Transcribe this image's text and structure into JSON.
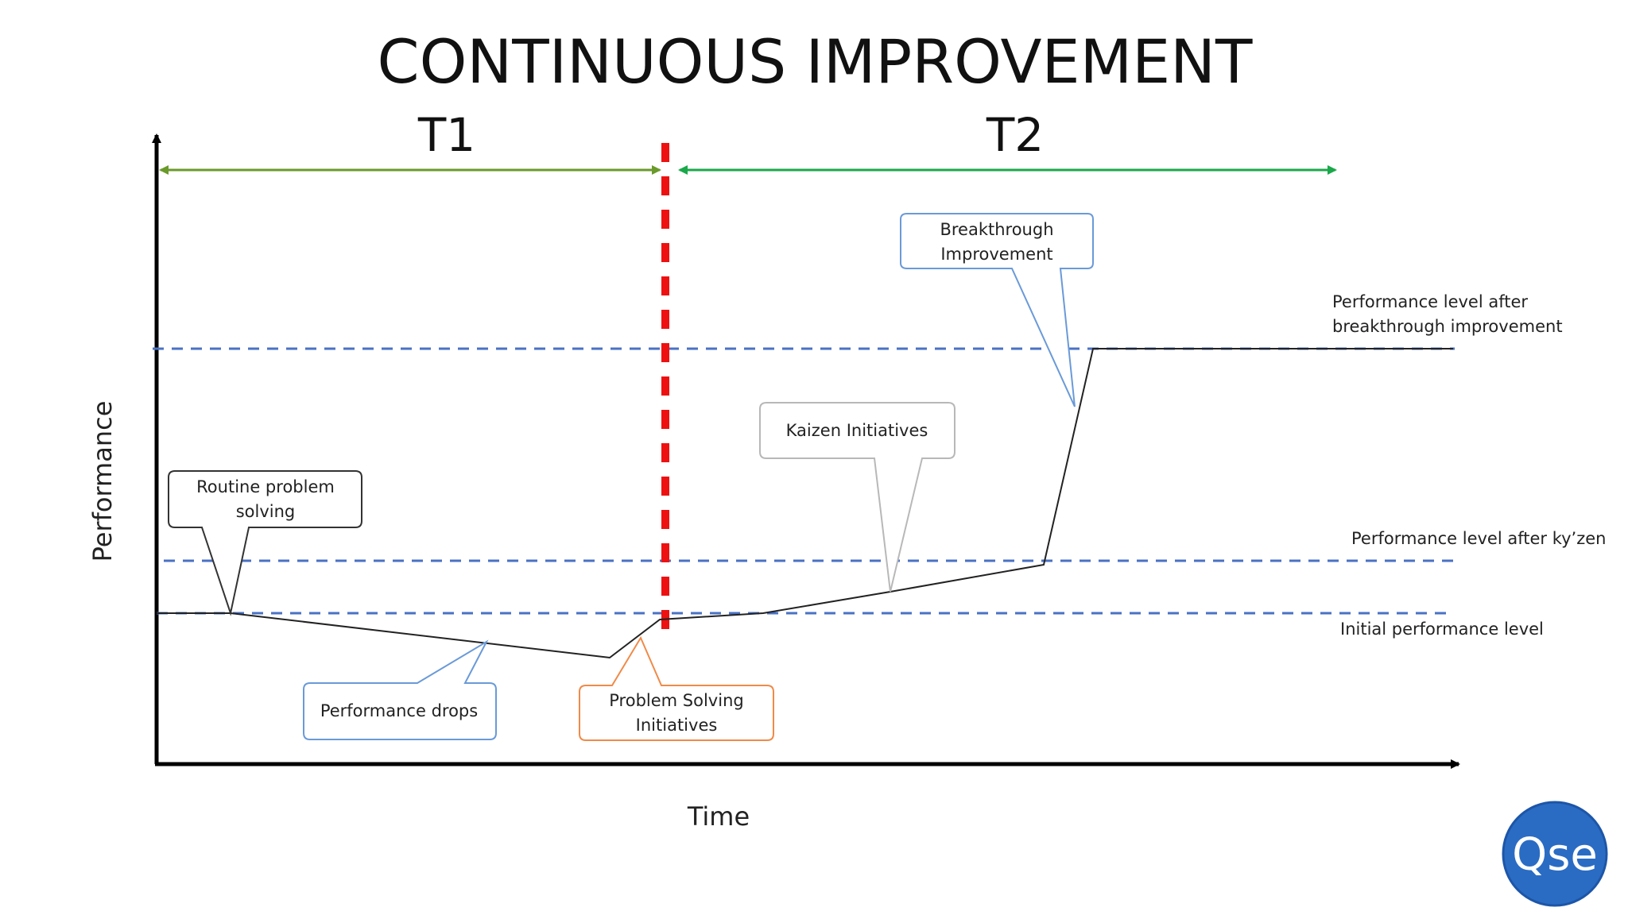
{
  "title": "CONTINUOUS IMPROVEMENT",
  "periods": {
    "t1": "T1",
    "t2": "T2"
  },
  "axes": {
    "x_label": "Time",
    "y_label": "Performance"
  },
  "levels": {
    "breakthrough": [
      "Performance level after",
      "breakthrough  improvement"
    ],
    "kaizen": "Performance level after ky’zen",
    "initial": "Initial performance  level"
  },
  "callouts": {
    "breakthrough": [
      "Breakthrough",
      "Improvement"
    ],
    "kaizen": "Kaizen Initiatives",
    "routine": [
      "Routine problem",
      "solving"
    ],
    "drops": "Performance drops",
    "problem_solving": [
      "Problem  Solving",
      "Initiatives"
    ]
  },
  "logo": {
    "text": "Qse"
  },
  "colors": {
    "t1_arrow": "#6a9a2a",
    "t2_arrow": "#1aa84a",
    "divider": "#ee1111",
    "level_lines": "#4a72c4",
    "callout_blue": "#6a9ad8",
    "callout_orange": "#f08a48",
    "callout_dark": "#333333",
    "logo": "#2a6cc4"
  }
}
